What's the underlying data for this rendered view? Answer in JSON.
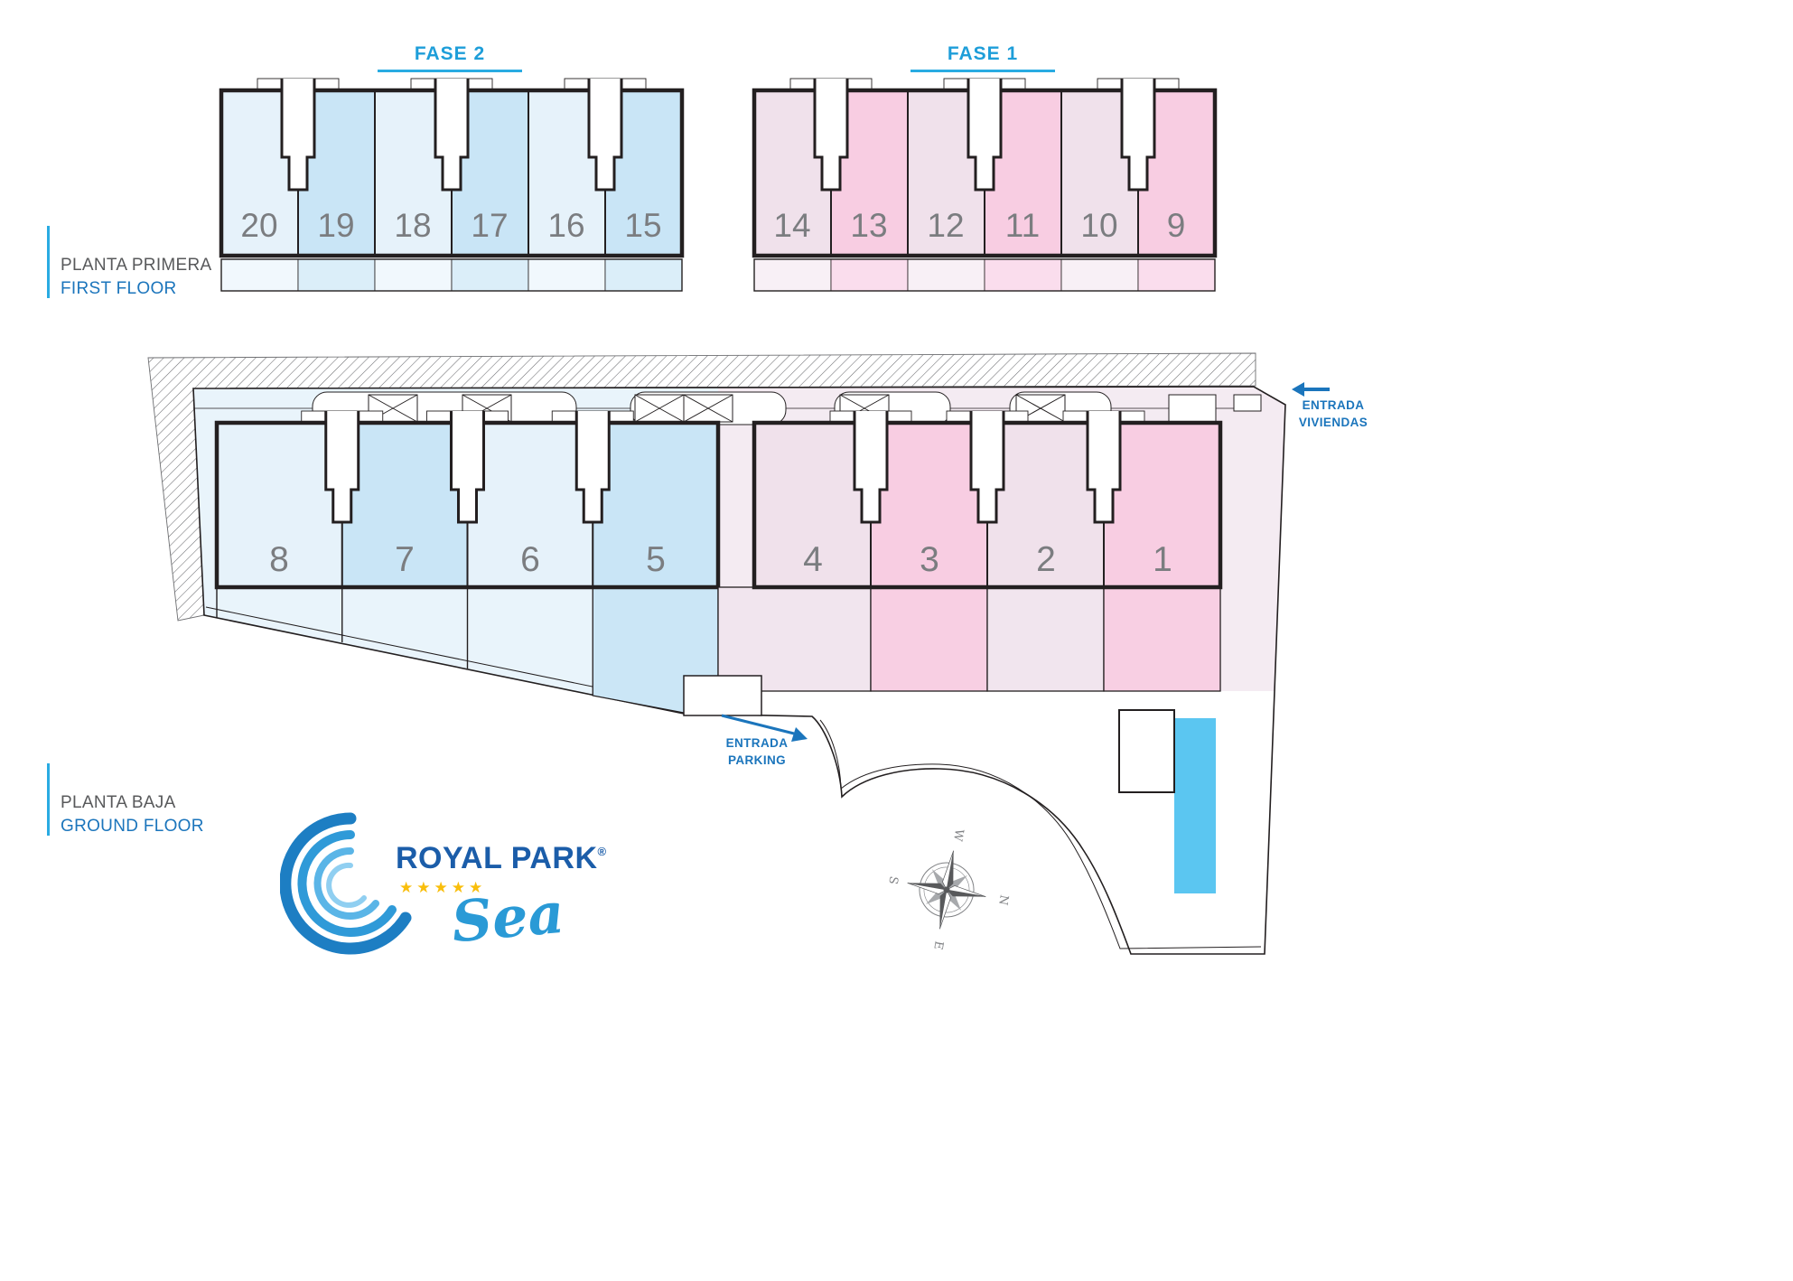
{
  "phases": {
    "fase2": {
      "label": "FASE 2"
    },
    "fase1": {
      "label": "FASE 1"
    }
  },
  "legends": {
    "first_floor": {
      "es": "PLANTA PRIMERA",
      "en": "FIRST FLOOR"
    },
    "ground_floor": {
      "es": "PLANTA BAJA",
      "en": "GROUND FLOOR"
    }
  },
  "first_floor": {
    "fase2_units": [
      "20",
      "19",
      "18",
      "17",
      "16",
      "15"
    ],
    "fase1_units": [
      "14",
      "13",
      "12",
      "11",
      "10",
      "9"
    ]
  },
  "ground_floor": {
    "fase2_units": [
      "8",
      "7",
      "6",
      "5"
    ],
    "fase1_units": [
      "4",
      "3",
      "2",
      "1"
    ]
  },
  "entrances": {
    "viviendas_line1": "ENTRADA",
    "viviendas_line2": "VIVIENDAS",
    "parking_line1": "ENTRADA",
    "parking_line2": "PARKING"
  },
  "compass": {
    "n": "N",
    "e": "E",
    "s": "S",
    "w": "W"
  },
  "logo": {
    "brand": "ROYAL PARK",
    "registered": "®",
    "stars": "★★★★★",
    "product": "Sea"
  },
  "colors": {
    "accent_line": "#29abe2",
    "fase_blue": "#1e9ed9",
    "label_gray": "#58595b",
    "label_blue": "#1b75bc",
    "number_gray": "#7b7d80",
    "outline_black": "#231f20",
    "blue_unit_pale": "#e6f2fa",
    "blue_unit_mid": "#c9e5f6",
    "blue_region": "#e9f4fb",
    "pink_unit_pale": "#f0e1eb",
    "pink_unit_mid": "#f8cde2",
    "pink_region": "#f4ebf2",
    "pool_blue": "#5bc6f1",
    "logo_blue": "#1b5da9",
    "logo_star_yellow": "#f9be0b",
    "logo_sea_blue": "#2a9ad6"
  }
}
